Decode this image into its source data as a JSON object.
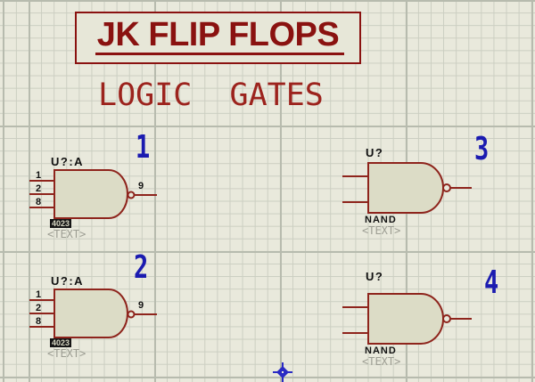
{
  "canvas": {
    "title": "JK FLIP FLOPS",
    "subtitle": "LOGIC  GATES"
  },
  "gates": {
    "gate1": {
      "number": "1",
      "ref": "U?:A",
      "value": "4023",
      "pin_in_1": "1",
      "pin_in_2": "2",
      "pin_in_3": "8",
      "pin_out": "9",
      "placeholder": "<TEXT>"
    },
    "gate2": {
      "number": "2",
      "ref": "U?:A",
      "value": "4023",
      "pin_in_1": "1",
      "pin_in_2": "2",
      "pin_in_3": "8",
      "pin_out": "9",
      "placeholder": "<TEXT>"
    },
    "gate3": {
      "number": "3",
      "ref": "U?",
      "type_label": "NAND",
      "placeholder": "<TEXT>"
    },
    "gate4": {
      "number": "4",
      "ref": "U?",
      "type_label": "NAND",
      "placeholder": "<TEXT>"
    }
  },
  "colors": {
    "canvas_bg": "#E9E9DC",
    "grid_minor": "#CBCEC1",
    "grid_major": "#B7BBAE",
    "schematic_red": "#8E241C",
    "title_red": "#8A1210",
    "subtitle_red": "#9C231D",
    "gate_fill": "#DCDCC6",
    "label_black": "#111111",
    "value_inverted_bg": "#151515",
    "placeholder_gray": "#9C9D92",
    "number_blue": "#1B1BB0",
    "marker_blue": "#2A2AC4"
  }
}
